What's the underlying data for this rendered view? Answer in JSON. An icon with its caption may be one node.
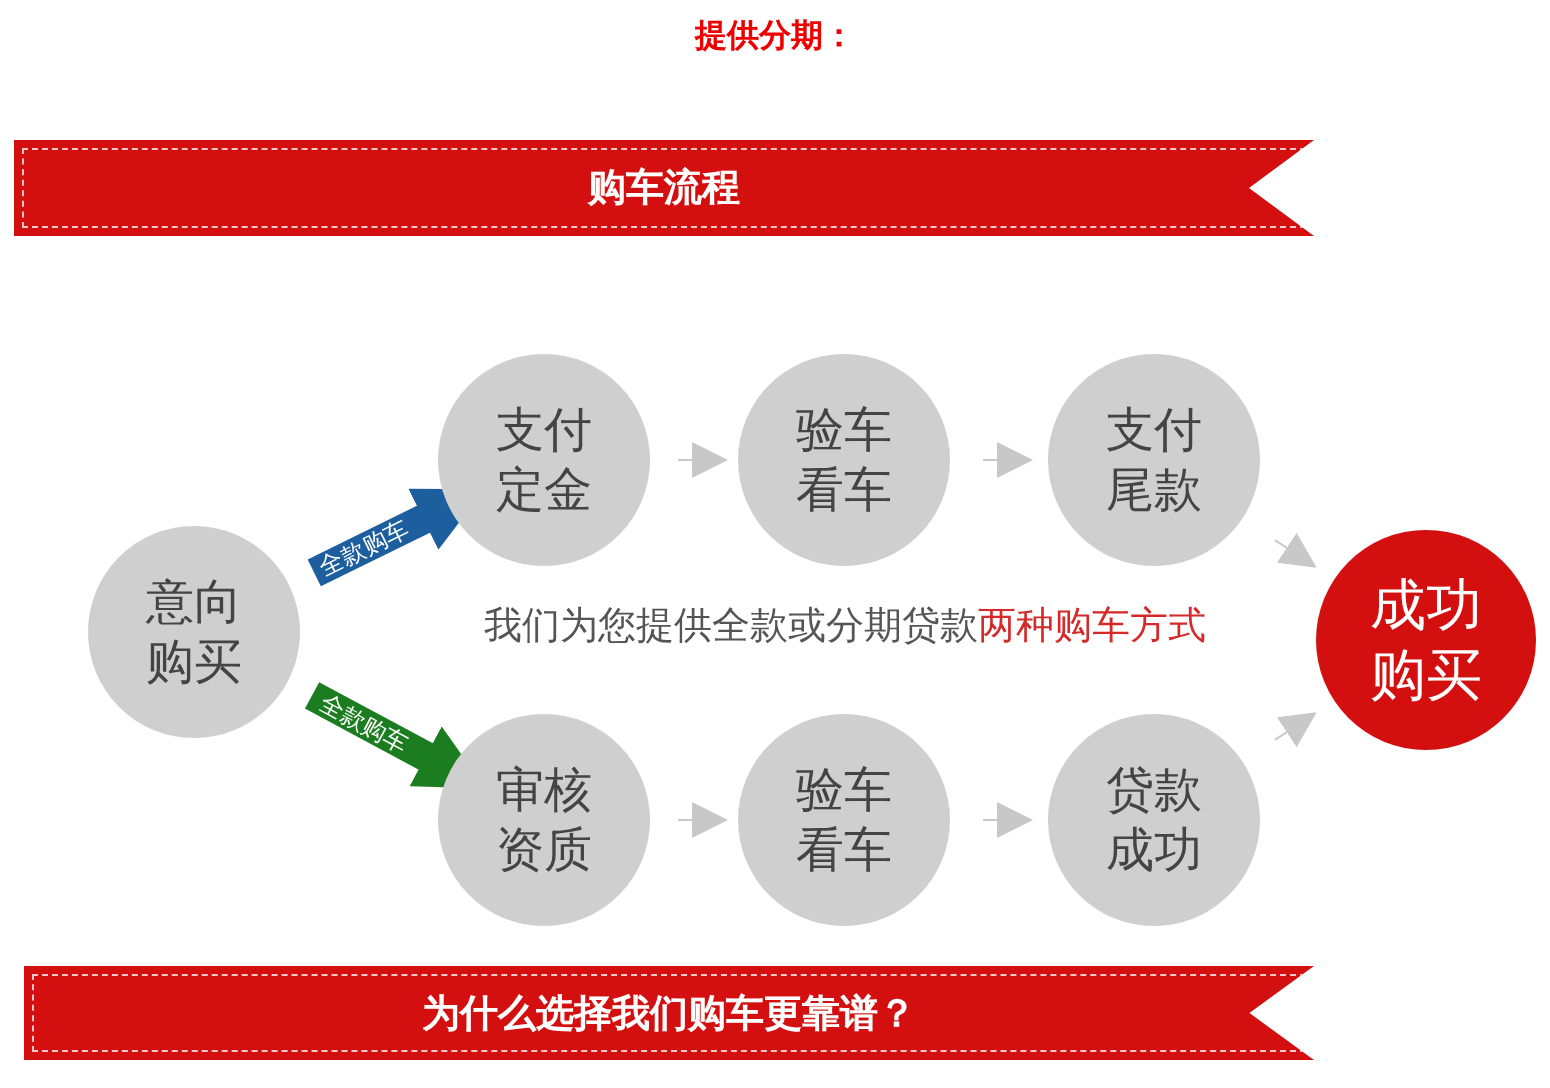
{
  "diagram": {
    "title": "提供分期：",
    "nodes": [
      {
        "text": [
          "购车流程"
        ]
      },
      {
        "text": [
          "意向购买"
        ]
      },
      {
        "text": [
          "支付定金"
        ]
      },
      {
        "text": [
          "验车看车"
        ]
      },
      {
        "text": [
          "支付尾款"
        ]
      },
      {
        "text": [
          "审核资质"
        ]
      },
      {
        "text": [
          "验车看车"
        ]
      },
      {
        "text": [
          "贷款成功"
        ]
      },
      {
        "text": [
          "成功购买"
        ]
      },
      {
        "text": [
          "为什么选择我们购车更靠谱？"
        ]
      }
    ],
    "edges": [
      {
        "from": 1,
        "to": 2,
        "arrow": "to",
        "label": "全款购车",
        "style": "thick",
        "color": "#1d5e9e"
      },
      {
        "from": 1,
        "to": 5,
        "arrow": "to",
        "label": "全款购车",
        "style": "thick",
        "color": "#1b7d1f"
      },
      {
        "from": 2,
        "to": 3,
        "arrow": "to"
      },
      {
        "from": 3,
        "to": 4,
        "arrow": "to"
      },
      {
        "from": 5,
        "to": 6,
        "arrow": "to"
      },
      {
        "from": 6,
        "to": 7,
        "arrow": "to"
      },
      {
        "from": 4,
        "to": 8,
        "arrow": "to"
      },
      {
        "from": 7,
        "to": 8,
        "arrow": "to"
      }
    ],
    "labels": [
      "我们为您提供全款或分期贷款",
      "两种购车方式"
    ]
  }
}
